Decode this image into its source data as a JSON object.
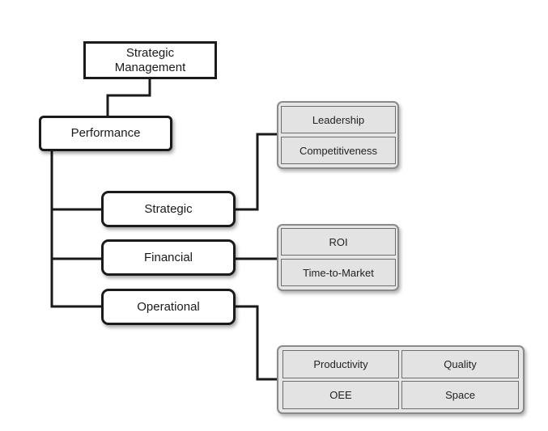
{
  "diagram": {
    "root": "Strategic Management",
    "performance": "Performance",
    "categories": {
      "strategic": {
        "label": "Strategic",
        "metrics": [
          "Leadership",
          "Competitiveness"
        ]
      },
      "financial": {
        "label": "Financial",
        "metrics": [
          "ROI",
          "Time-to-Market"
        ]
      },
      "operational": {
        "label": "Operational",
        "metrics": [
          "Productivity",
          "Quality",
          "OEE",
          "Space"
        ]
      }
    }
  }
}
